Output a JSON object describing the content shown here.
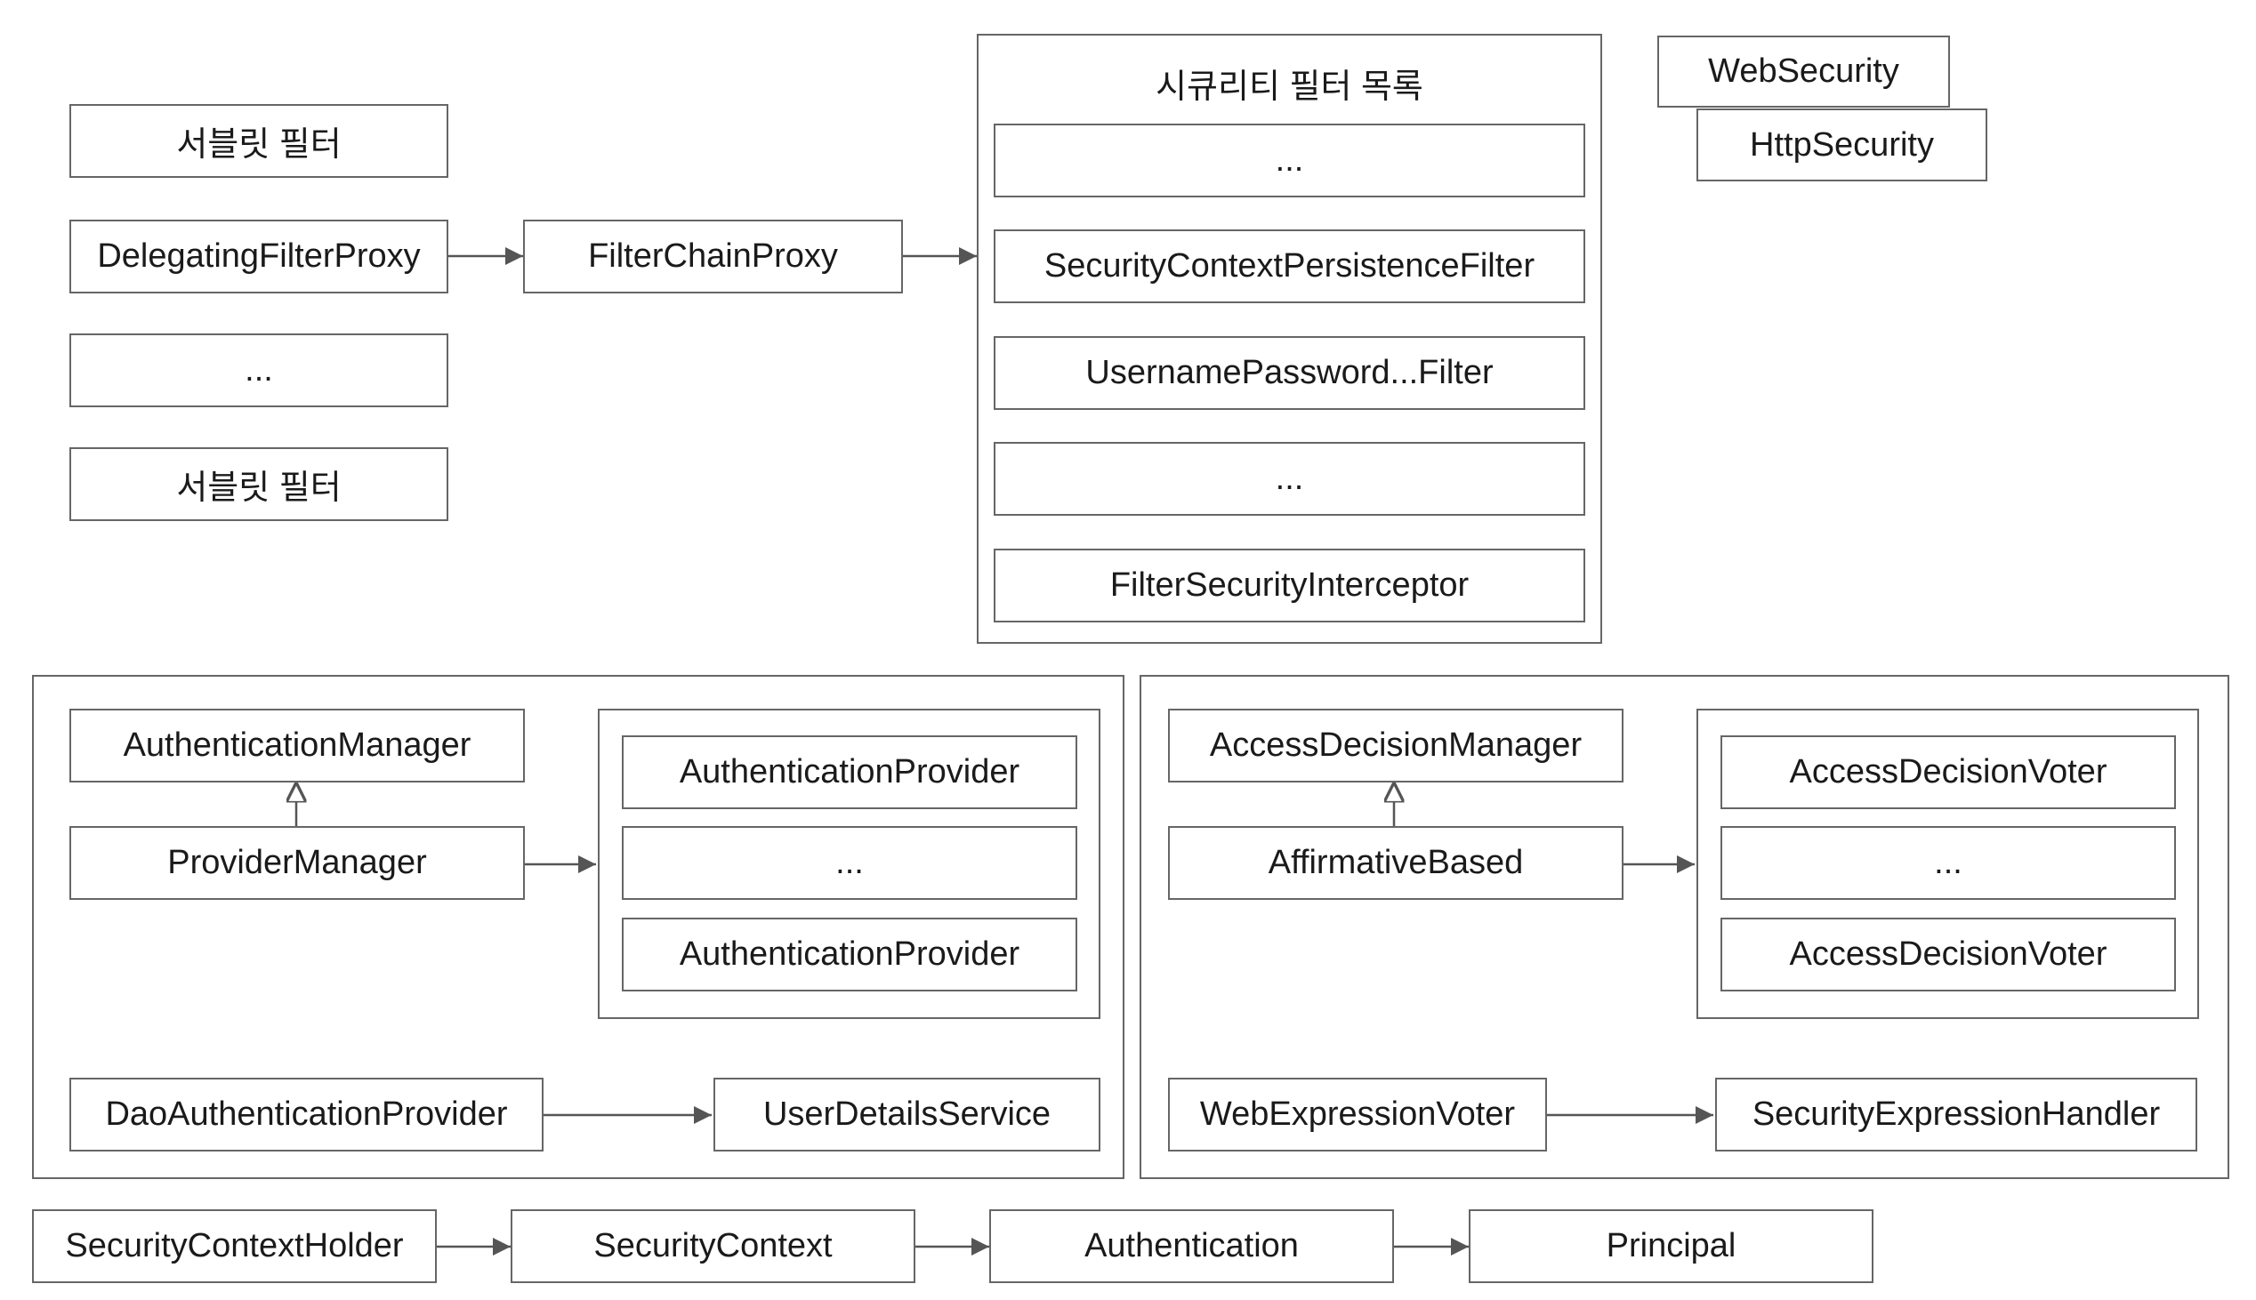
{
  "servlet_filters": {
    "item1": "서블릿 필터",
    "item2": "DelegatingFilterProxy",
    "item3": "...",
    "item4": "서블릿 필터"
  },
  "filter_chain_proxy": "FilterChainProxy",
  "security_filters": {
    "title": "시큐리티 필터 목록",
    "items": [
      "...",
      "SecurityContextPersistenceFilter",
      "UsernamePassword...Filter",
      "...",
      "FilterSecurityInterceptor"
    ]
  },
  "web_security": "WebSecurity",
  "http_security": "HttpSecurity",
  "authentication": {
    "manager": "AuthenticationManager",
    "provider_manager": "ProviderManager",
    "providers": [
      "AuthenticationProvider",
      "...",
      "AuthenticationProvider"
    ],
    "dao_provider": "DaoAuthenticationProvider",
    "user_details_service": "UserDetailsService"
  },
  "authorization": {
    "manager": "AccessDecisionManager",
    "affirmative": "AffirmativeBased",
    "voters": [
      "AccessDecisionVoter",
      "...",
      "AccessDecisionVoter"
    ],
    "web_expression_voter": "WebExpressionVoter",
    "expression_handler": "SecurityExpressionHandler"
  },
  "context_chain": [
    "SecurityContextHolder",
    "SecurityContext",
    "Authentication",
    "Principal"
  ],
  "colors": {
    "stroke": "#666666",
    "text": "#1a1a1a",
    "arrow": "#555555"
  }
}
